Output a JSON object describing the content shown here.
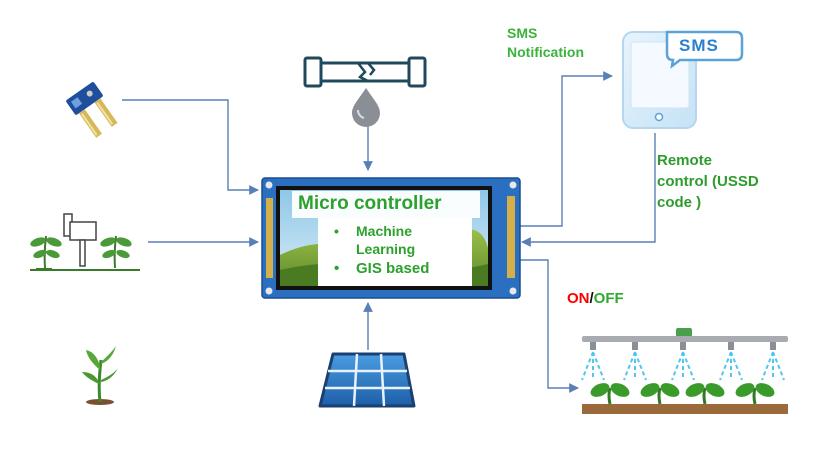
{
  "labels": {
    "sms_notification_line1": "SMS",
    "sms_notification_line2": "Notification",
    "sms_badge": "SMS",
    "remote_line1": "Remote",
    "remote_line2": "control (USSD",
    "remote_line3": "code )",
    "on": "ON",
    "separator": "/",
    "off": "OFF"
  },
  "controller": {
    "title": "Micro controller",
    "bullet": "•",
    "features": [
      "Machine Learning",
      "GIS based"
    ],
    "feature1_line1": "Machine",
    "feature1_line2": "Learning",
    "feature2": "GIS based"
  },
  "icons": [
    "soil-moisture-sensor-icon",
    "leaking-pipe-icon",
    "water-drop-icon",
    "level-sensor-icon",
    "seedling-icon",
    "solar-panel-icon",
    "smartphone-icon",
    "sprinkler-icon"
  ],
  "colors": {
    "label_green": "#3bb33b",
    "on_red": "#ff0000",
    "arrow_blue": "#5a7fb5",
    "sms_blue": "#2b7fd0"
  }
}
